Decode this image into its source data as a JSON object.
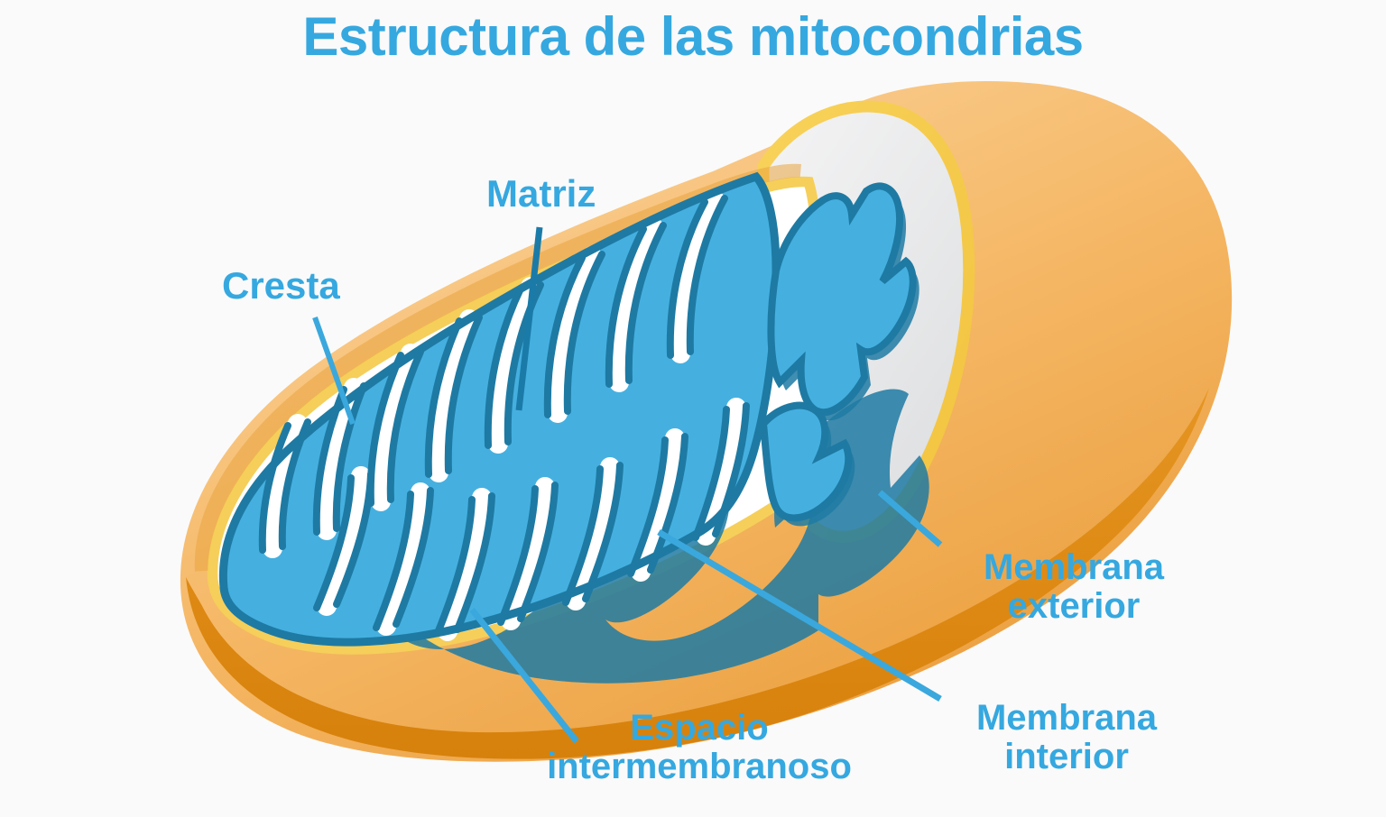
{
  "page": {
    "title": "Estructura de las mitocondrias",
    "background_color": "#fafafa",
    "accent_color": "#35a8e0"
  },
  "labels": {
    "cresta": "Cresta",
    "matriz": "Matriz",
    "membrana_exterior": "Membrana\nexterior",
    "membrana_interior": "Membrana\ninterior",
    "espacio_intermembranoso": "Espacio\nintermembranoso"
  },
  "colors": {
    "text_blue": "#35a8e0",
    "cristae_fill": "#45b0e0",
    "cristae_outline": "#1e7aa3",
    "matrix_white": "#ffffff",
    "outer_membrane_light": "#fbd69f",
    "outer_membrane_mid": "#f4ae57",
    "outer_membrane_dark": "#dc8512",
    "inner_rim_yellow": "#f7cf52",
    "cut_face_gray": "#e6e7e8",
    "leader_line_blue": "#3aa8dd",
    "leader_line_dark": "#1b7ba8"
  },
  "diagram": {
    "type": "mitochondrion-cross-section",
    "parts": [
      "outer membrane",
      "inner membrane",
      "intermembrane space",
      "cristae",
      "matrix"
    ]
  }
}
